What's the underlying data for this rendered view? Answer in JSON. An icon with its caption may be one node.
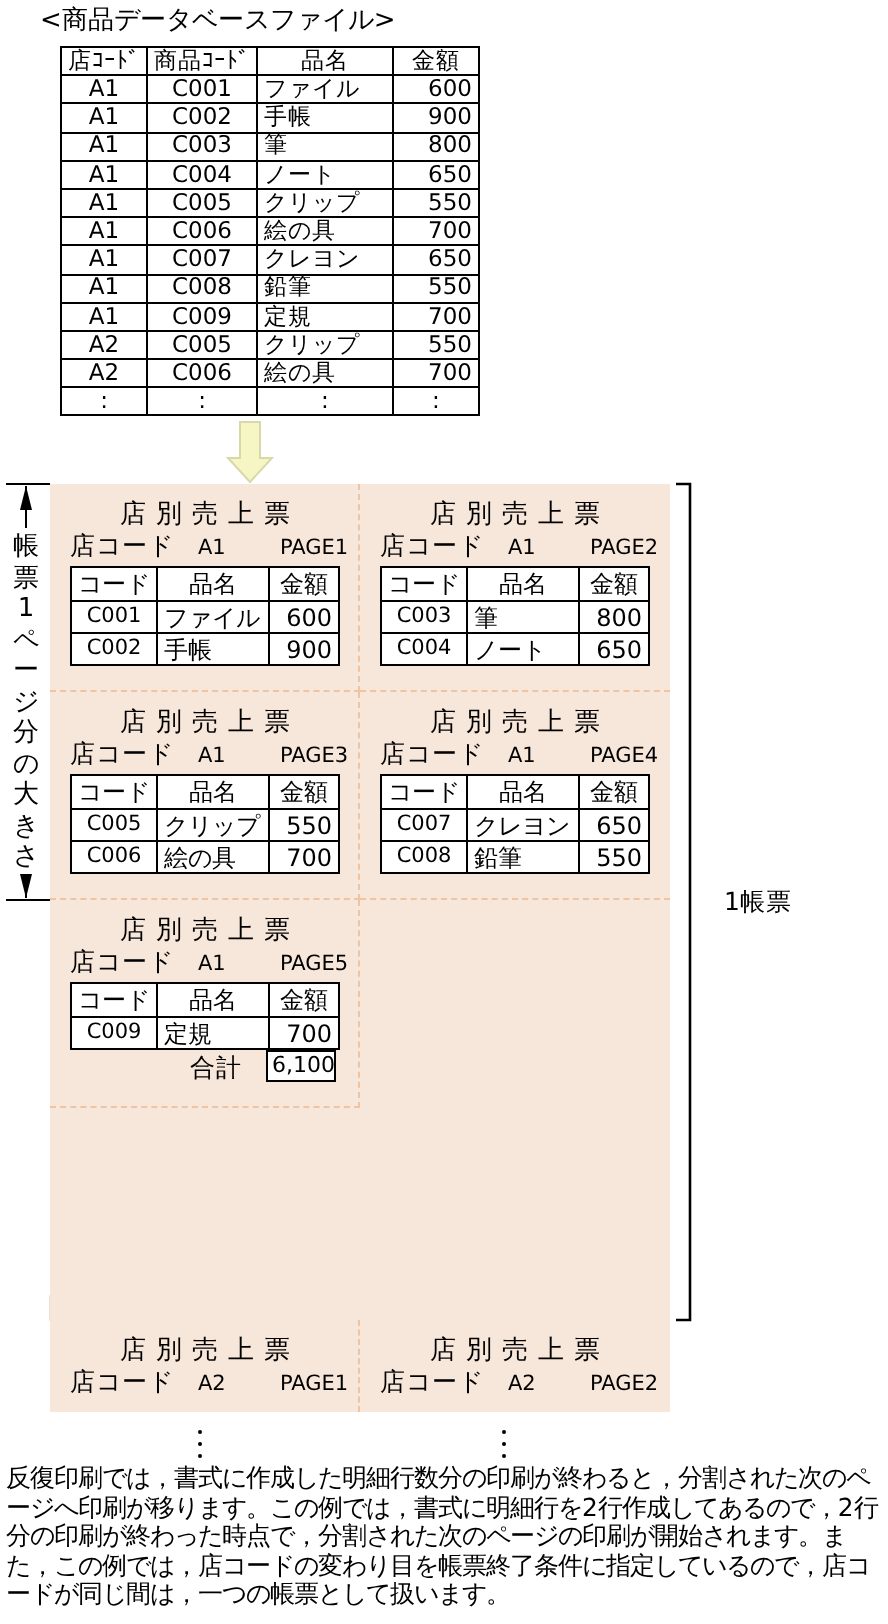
{
  "diagram": {
    "caption": "反復印刷では，書式に作成した明細行数分の印刷が終わると，分割された次のページへ印刷が移ります。この例では，書式に明細行を2行作成してあるので，2行分の印刷が終わった時点で，分割された次のページの印刷が開始されます。また，この例では，店コードの変わり目を帳票終了条件に指定しているので，店コードが同じ間は，一つの帳票として扱います。",
    "nodes": [
      {
        "text": [
          "<商品データベースファイル>",
          "店ｺｰﾄﾞ",
          "商品ｺｰﾄﾞ",
          "品名",
          "金額",
          "A1",
          "C001",
          "ファイル",
          "600",
          "A1",
          "C002",
          "手帳",
          "900",
          "A1",
          "C003",
          "筆",
          "800",
          "A1",
          "C004",
          "ノート",
          "650",
          "A1",
          "C005",
          "クリップ",
          "550",
          "A1",
          "C006",
          "絵の具",
          "700",
          "A1",
          "C007",
          "クレヨン",
          "650",
          "A1",
          "C008",
          "鉛筆",
          "550",
          "A1",
          "C009",
          "定規",
          "700",
          "A2",
          "C005",
          "クリップ",
          "550",
          "A2",
          "C006",
          "絵の具",
          "700",
          ":",
          ":",
          ":",
          ":"
        ]
      },
      {
        "text": [],
        "shape": "box",
        "beside": [
          "1帳票"
        ]
      },
      {
        "text": [
          "店別売上票",
          "店コード",
          "A1",
          "PAGE1",
          "コード",
          "品名",
          "金額",
          "C001",
          "ファイル",
          "600",
          "C002",
          "手帳",
          "900"
        ],
        "in": 1
      },
      {
        "text": [
          "店別売上票",
          "店コード",
          "A1",
          "PAGE2",
          "コード",
          "品名",
          "金額",
          "C003",
          "筆",
          "800",
          "C004",
          "ノート",
          "650"
        ],
        "in": 1
      },
      {
        "text": [
          "店別売上票",
          "店コード",
          "A1",
          "PAGE3",
          "コード",
          "品名",
          "金額",
          "C005",
          "クリップ",
          "550",
          "C006",
          "絵の具",
          "700"
        ],
        "in": 1
      },
      {
        "text": [
          "店別売上票",
          "店コード",
          "A1",
          "PAGE4",
          "コード",
          "品名",
          "金額",
          "C007",
          "クレヨン",
          "650",
          "C008",
          "鉛筆",
          "550"
        ],
        "in": 1
      },
      {
        "text": [
          "店別売上票",
          "店コード",
          "A1",
          "PAGE5",
          "コード",
          "品名",
          "金額",
          "C009",
          "定規",
          "700",
          "合計",
          "6,100"
        ],
        "in": 1
      },
      {
        "text": [],
        "shape": "box"
      },
      {
        "text": [
          "店別売上票",
          "店コード",
          "A2",
          "PAGE1"
        ],
        "in": 7
      },
      {
        "text": [
          "店別売上票",
          "店コード",
          "A2",
          "PAGE2"
        ],
        "in": 7
      }
    ],
    "edges": [
      {
        "from": 0,
        "to": 1,
        "arrow": "to"
      }
    ],
    "labels": [
      "帳票1ページ分の大きさ"
    ]
  }
}
